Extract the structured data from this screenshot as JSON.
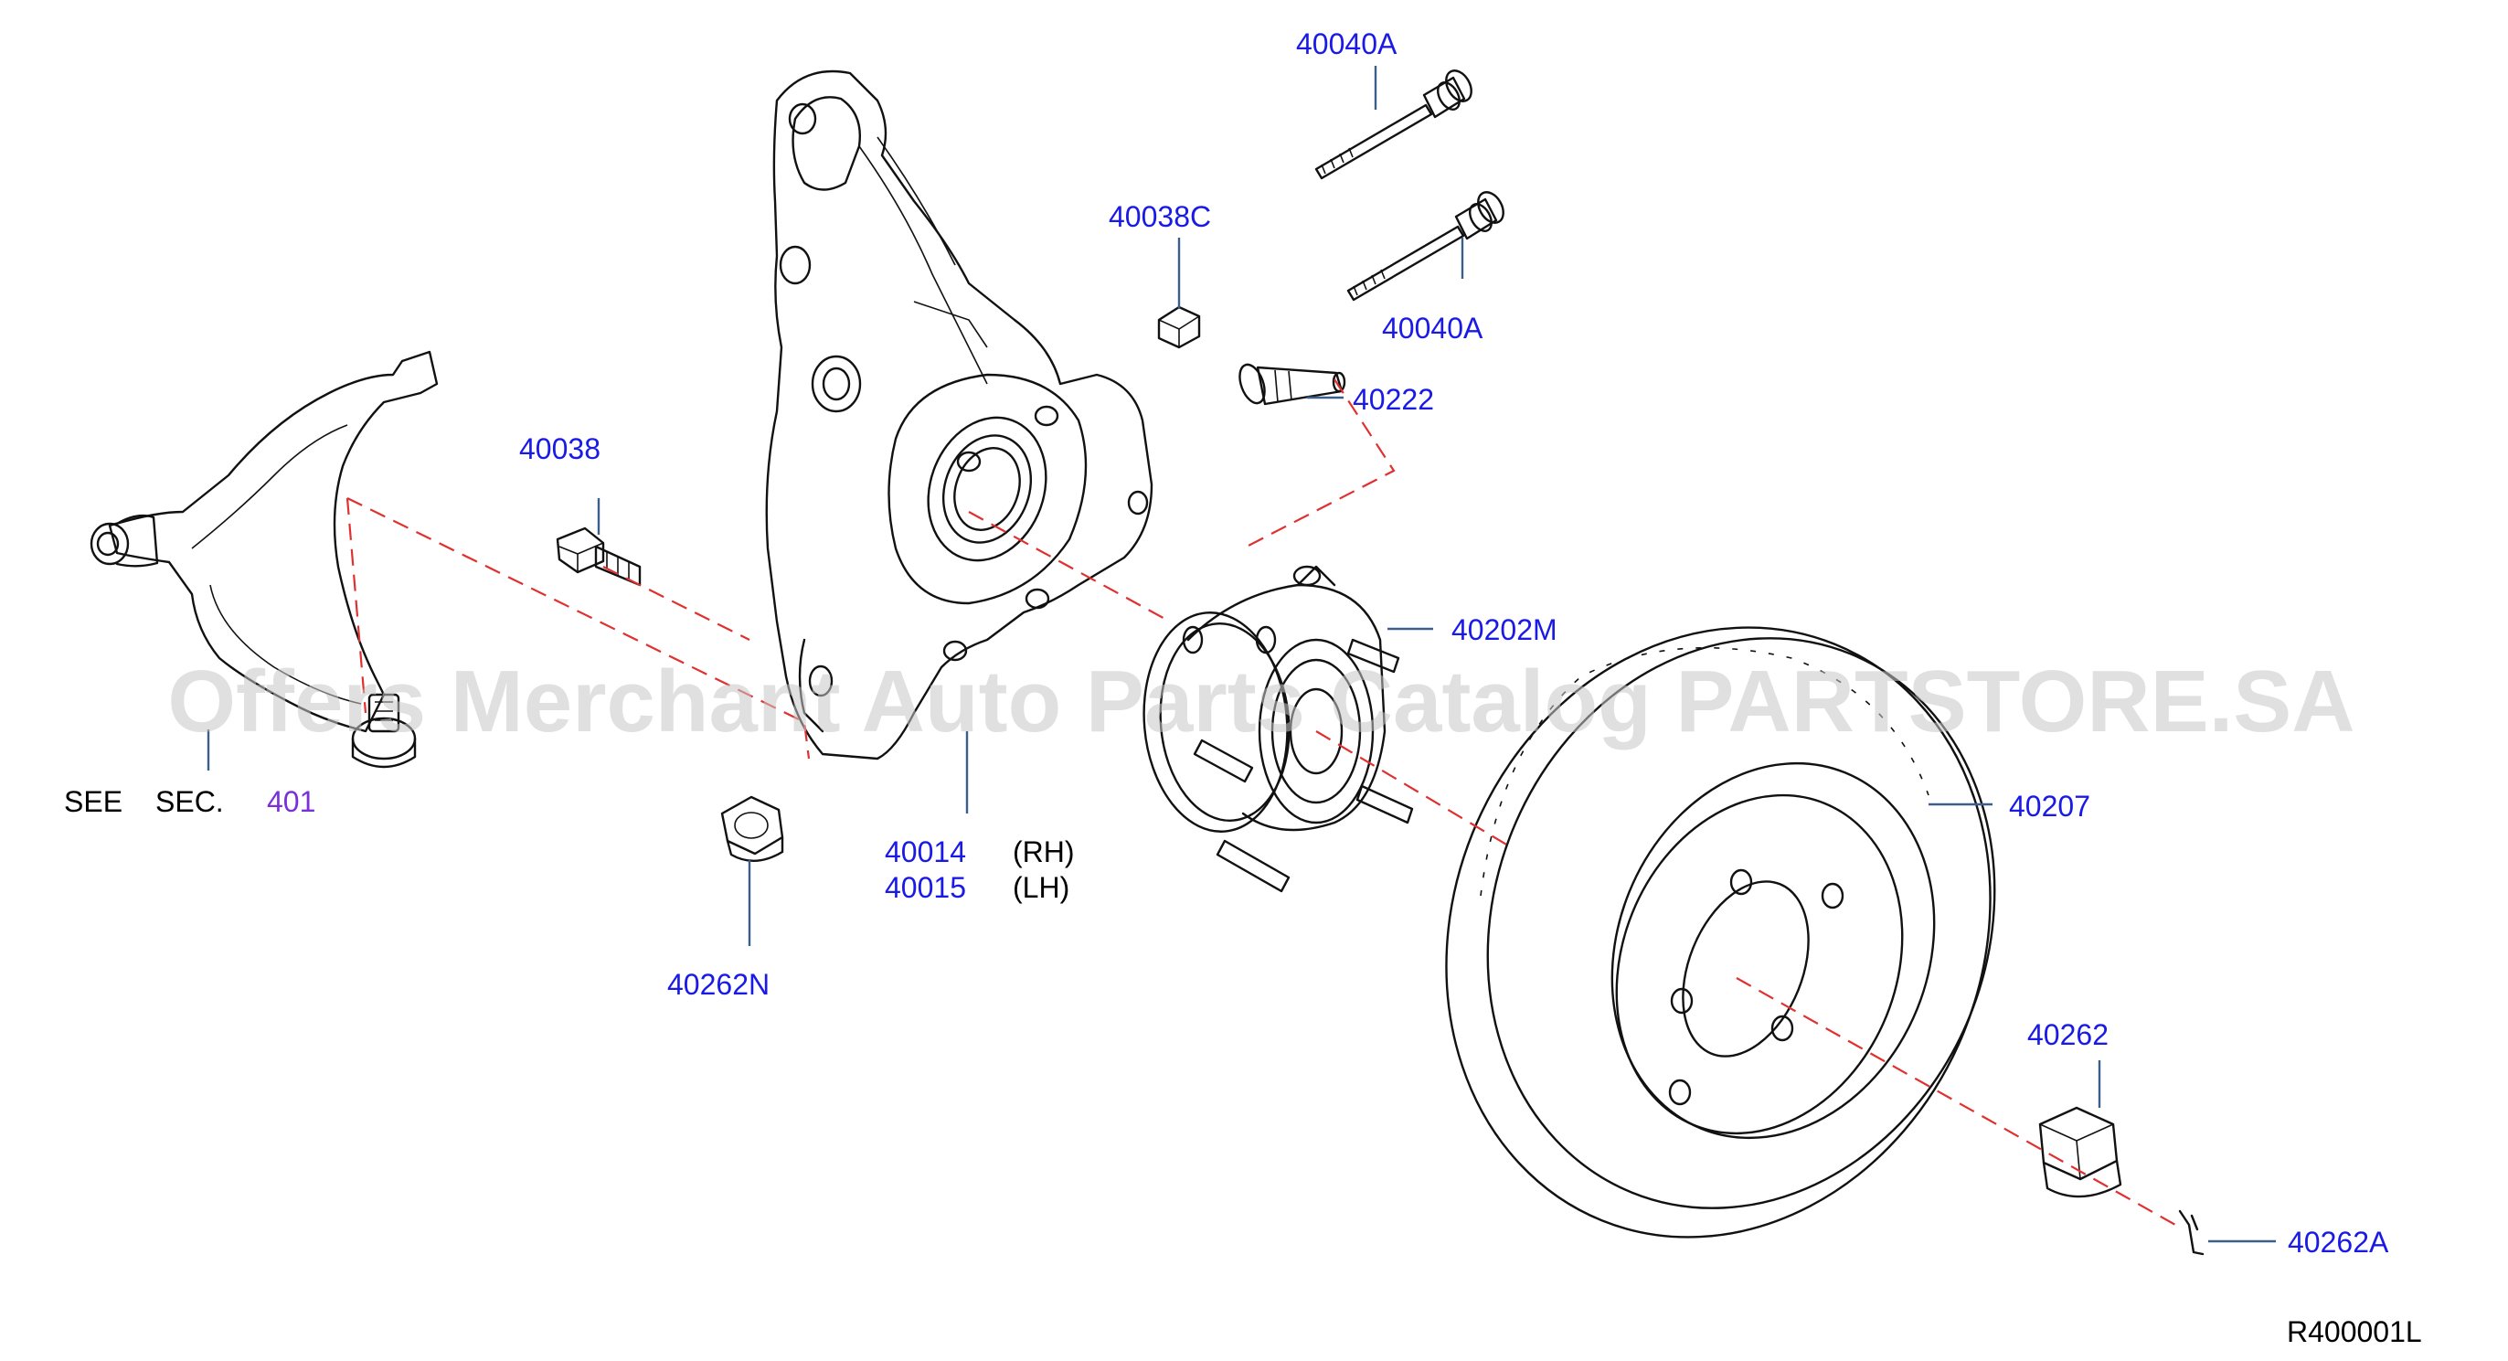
{
  "watermark": "Offers Merchant Auto Parts Catalog PARTSTORE.SA",
  "diagram_code": "R400001L",
  "see_section": {
    "see": "SEE",
    "sec": "SEC.",
    "num": "401"
  },
  "labels": {
    "p40040A_top": "40040A",
    "p40040A_bottom": "40040A",
    "p40038C": "40038C",
    "p40222": "40222",
    "p40038": "40038",
    "p40202M": "40202M",
    "p40207": "40207",
    "p40014": "40014",
    "p40015": "40015",
    "rh": "(RH)",
    "lh": "(LH)",
    "p40262N": "40262N",
    "p40262": "40262",
    "p40262A": "40262A"
  },
  "colors": {
    "label": "#1a1ae6",
    "section": "#7b2fd6",
    "leader": "#3a5f8a",
    "centerline": "#e03030"
  }
}
